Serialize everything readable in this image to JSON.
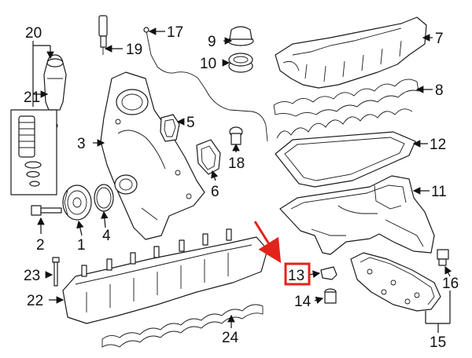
{
  "diagram": {
    "callouts": [
      "1",
      "2",
      "3",
      "4",
      "5",
      "6",
      "7",
      "8",
      "9",
      "10",
      "11",
      "12",
      "13",
      "14",
      "15",
      "16",
      "17",
      "18",
      "19",
      "20",
      "21",
      "22",
      "23",
      "24"
    ],
    "highlighted_callout": "13",
    "highlight_color": "#e3231b",
    "arrow_color": "#e3231b",
    "line_color": "#1a1a1a"
  }
}
